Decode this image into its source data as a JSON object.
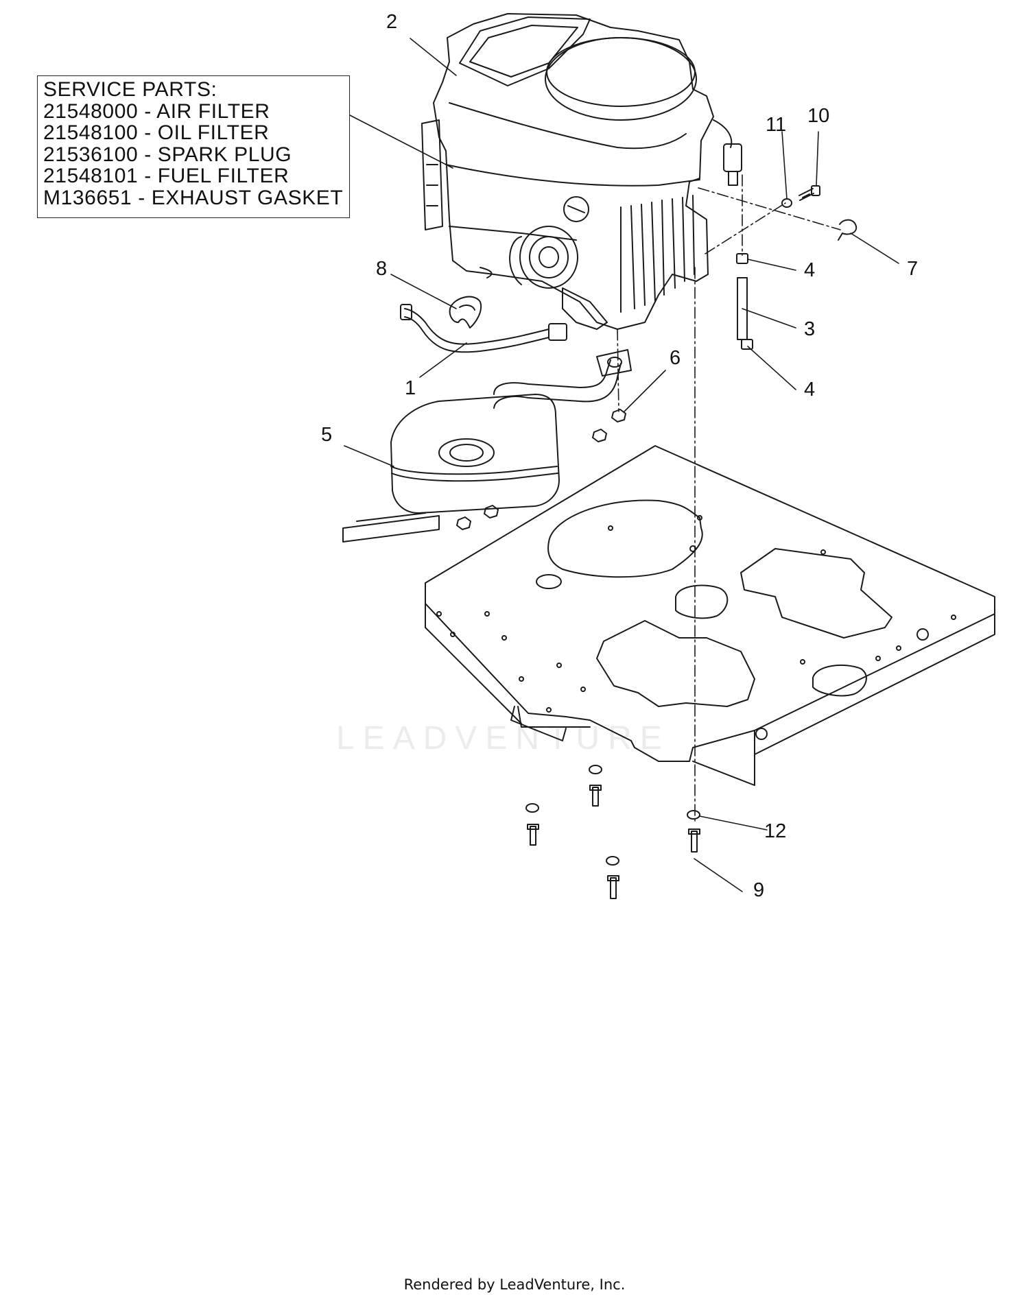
{
  "service_parts": {
    "heading": "SERVICE PARTS:",
    "items": [
      "21548000 - AIR FILTER",
      "21548100 - OIL FILTER",
      "21536100 - SPARK PLUG",
      "21548101 - FUEL FILTER",
      "M136651 - EXHAUST GASKET"
    ]
  },
  "callouts": {
    "c1": "1",
    "c2": "2",
    "c3": "3",
    "c4a": "4",
    "c4b": "4",
    "c5": "5",
    "c6": "6",
    "c7": "7",
    "c8": "8",
    "c9": "9",
    "c10": "10",
    "c11": "11",
    "c12": "12"
  },
  "watermark": "LEADVENTURE",
  "footer": "Rendered by LeadVenture, Inc.",
  "colors": {
    "line": "#1a1a1a",
    "watermark": "#ececec"
  }
}
